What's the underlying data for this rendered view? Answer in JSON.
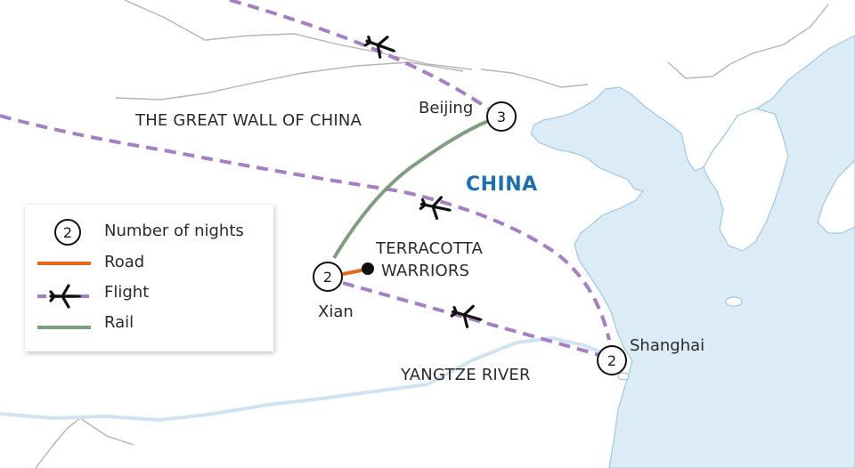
{
  "map": {
    "country_label": "CHINA",
    "regions": {
      "great_wall": "THE GREAT WALL OF CHINA",
      "yangtze": "YANGTZE RIVER",
      "terracotta_line1": "TERRACOTTA",
      "terracotta_line2": "WARRIORS"
    },
    "cities": [
      {
        "name": "Beijing",
        "nights": "3"
      },
      {
        "name": "Xian",
        "nights": "2"
      },
      {
        "name": "Shanghai",
        "nights": "2"
      }
    ],
    "colors": {
      "land": "#ffffff",
      "sea": "#dcecf7",
      "coast": "#9ec8e2",
      "border": "#b4b4b4",
      "river": "#cfe4f3",
      "road": "#e8681a",
      "flight": "#a57fc4",
      "rail": "#7e9f7f",
      "country_text": "#1d6fb0"
    }
  },
  "legend": {
    "nights_symbol": "2",
    "items": [
      {
        "label": "Number of nights",
        "icon": "nights-circle-icon"
      },
      {
        "label": "Road",
        "icon": "road-line-icon"
      },
      {
        "label": "Flight",
        "icon": "airplane-icon"
      },
      {
        "label": "Rail",
        "icon": "rail-line-icon"
      }
    ]
  }
}
